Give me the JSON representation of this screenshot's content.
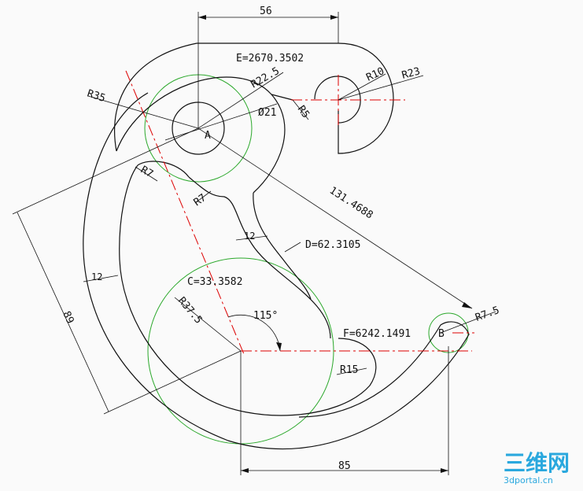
{
  "drawing": {
    "point_labels": {
      "a": "A",
      "b": "B"
    },
    "dimensions": {
      "top_width": "56",
      "bottom_width": "85",
      "left_height": "89",
      "diag_ab": "131.4688",
      "angle": "115°",
      "dia_a": "Ø21",
      "r_a_outer": "R35",
      "r_a_mid": "R22.5",
      "r_small_hole": "R10",
      "r_small_outer": "R23",
      "r_small_fillet": "R5",
      "r_left_fillet": "R7",
      "r_mid_fillet": "R7",
      "r_c": "R37.5",
      "r_bottom": "R15",
      "r_b": "R7.5",
      "wall_left": "12",
      "wall_mid": "12"
    },
    "annotations": {
      "e": "E=2670.3502",
      "d": "D=62.3105",
      "c": "C=33.3582",
      "f": "F=6242.1491"
    }
  },
  "watermark": {
    "brand": "三维网",
    "site": "3dportal.cn"
  },
  "colors": {
    "geometry": "#111111",
    "centerline": "#dd0000",
    "construction": "#2ba82b",
    "watermark": "#2aa8de"
  }
}
